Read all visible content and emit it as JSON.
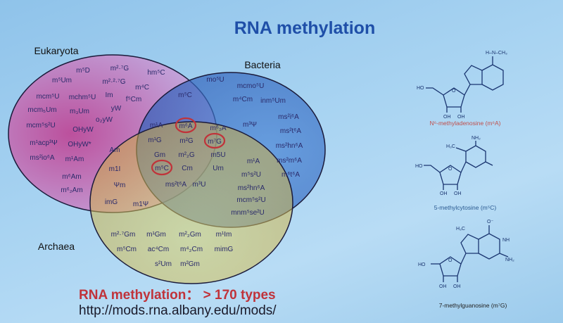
{
  "title": "RNA methylation",
  "regions": {
    "eukaryota": "Eukaryota",
    "bacteria": "Bacteria",
    "archaea": "Archaea"
  },
  "colors": {
    "title": "#1f4fa8",
    "highlight_circle": "#c0333a",
    "eukaryota": "#c6489c",
    "bacteria": "#3c78c8",
    "archaea": "#d8c040",
    "center": "#3a7aa8"
  },
  "modifications": {
    "eukaryota_only": [
      "m⁵D",
      "m²·⁷G",
      "hm⁵C",
      "m⁵Um",
      "m²·²·⁷G",
      "m⁴C",
      "mcm⁵U",
      "mchm⁵U",
      "Im",
      "f⁵Cm",
      "mcm₅Um",
      "m₃Um",
      "yW",
      "o₂yW",
      "mcm⁵s²U",
      "OHyW",
      "m¹acp³Ψ",
      "OHyW*",
      "ms²io⁶A",
      "m¹Am",
      "m⁶Am",
      "m⁶₂Am"
    ],
    "eukaryota_archaea": [
      "Am",
      "m1I",
      "Ψm",
      "imG",
      "m1Ψ"
    ],
    "eukaryota_bacteria": [
      "m⁵C"
    ],
    "all_three": [
      "m¹A",
      "m⁶A",
      "m⁶₂A",
      "m¹G",
      "m²G",
      "m⁷G",
      "Gm",
      "m²₂G",
      "m5U",
      "m⁵C",
      "Cm",
      "Um",
      "ms²t⁶A",
      "m³U"
    ],
    "bacteria_archaea": [
      "m¹A",
      "m⁵s²U",
      "ms²hn⁶A",
      "mcm⁵s²U",
      "mnm⁵se²U"
    ],
    "bacteria_only": [
      "mo⁵U",
      "mcmo⁵U",
      "m⁴Cm",
      "inm⁵Um",
      "m³Ψ",
      "ms²i⁶A",
      "ms²t⁶A",
      "ms²hn⁶A",
      "ms²m⁶A",
      "m⁶t⁶A"
    ],
    "archaea_only": [
      "m²·⁷Gm",
      "m¹Gm",
      "m²₂Gm",
      "m¹Im",
      "m⁵Cm",
      "ac⁴Cm",
      "m⁴₂Cm",
      "mimG",
      "s²Um",
      "m²Gm"
    ]
  },
  "highlighted": [
    "m⁶A",
    "m⁷G",
    "m⁵C"
  ],
  "summary": "RNA methylation： > 170 types",
  "url": "http://mods.rna.albany.edu/mods/",
  "structures": [
    {
      "name": "N⁶-methyladenosine (m⁶A)",
      "color": "#c0504d"
    },
    {
      "name": "5-methylcytosine (m⁵C)",
      "color": "#2a5a90"
    },
    {
      "name": "7-methylguanosine (m⁷G)",
      "color": "#222222"
    }
  ]
}
